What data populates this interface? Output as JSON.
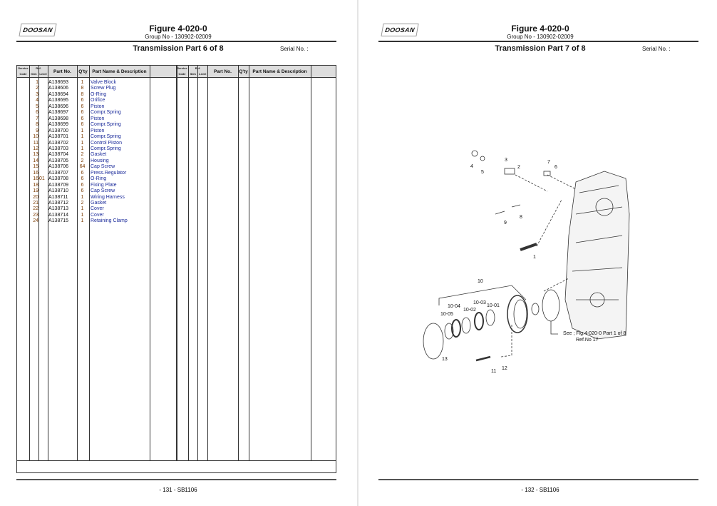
{
  "left_page": {
    "logo": "DOOSAN",
    "figure": "Figure 4-020-0",
    "group": "Group No - 130902-02009",
    "title": "Transmission  Part 6 of 8",
    "serial_label": "Serial No. :",
    "headers": {
      "service": "Service",
      "code": "Code",
      "ref": "Ref.",
      "item": "Item",
      "level": "Level",
      "part_no": "Part No.",
      "qty": "Q'ty",
      "desc": "Part Name & Description"
    },
    "rows": [
      {
        "item": "1",
        "level": "",
        "part": "A138693",
        "qty": "1",
        "desc": "Valve Block"
      },
      {
        "item": "2",
        "level": "",
        "part": "A138606",
        "qty": "8",
        "desc": "Screw Plug"
      },
      {
        "item": "3",
        "level": "",
        "part": "A138694",
        "qty": "8",
        "desc": "O-Ring"
      },
      {
        "item": "4",
        "level": "",
        "part": "A138695",
        "qty": "6",
        "desc": "Orifice"
      },
      {
        "item": "5",
        "level": "",
        "part": "A138696",
        "qty": "6",
        "desc": "Piston"
      },
      {
        "item": "6",
        "level": "",
        "part": "A138697",
        "qty": "6",
        "desc": "Compr.Spring"
      },
      {
        "item": "7",
        "level": "",
        "part": "A138698",
        "qty": "6",
        "desc": "Piston"
      },
      {
        "item": "8",
        "level": "",
        "part": "A138699",
        "qty": "6",
        "desc": "Compr.Spring"
      },
      {
        "item": "9",
        "level": "",
        "part": "A138700",
        "qty": "1",
        "desc": "Piston"
      },
      {
        "item": "10",
        "level": "",
        "part": "A138701",
        "qty": "1",
        "desc": "Compr.Spring"
      },
      {
        "item": "11",
        "level": "",
        "part": "A138702",
        "qty": "1",
        "desc": "Control Piston"
      },
      {
        "item": "12",
        "level": "",
        "part": "A138703",
        "qty": "1",
        "desc": "Compr.Spring"
      },
      {
        "item": "13",
        "level": "",
        "part": "A138704",
        "qty": "2",
        "desc": "Gasket"
      },
      {
        "item": "14",
        "level": "",
        "part": "A138705",
        "qty": "2",
        "desc": "Housing"
      },
      {
        "item": "15",
        "level": "",
        "part": "A138706",
        "qty": "64",
        "desc": "Cap Screw"
      },
      {
        "item": "16",
        "level": "",
        "part": "A138707",
        "qty": "6",
        "desc": "Press.Regulator"
      },
      {
        "item": "16",
        "level": "01",
        "part": "A138708",
        "qty": "6",
        "desc": "O-Ring"
      },
      {
        "item": "18",
        "level": "",
        "part": "A138709",
        "qty": "6",
        "desc": "Fixing Plate"
      },
      {
        "item": "19",
        "level": "",
        "part": "A138710",
        "qty": "6",
        "desc": "Cap Screw"
      },
      {
        "item": "20",
        "level": "",
        "part": "A138711",
        "qty": "1",
        "desc": "Wiring Harness"
      },
      {
        "item": "21",
        "level": "",
        "part": "A138712",
        "qty": "2",
        "desc": "Gasket"
      },
      {
        "item": "22",
        "level": "",
        "part": "A138713",
        "qty": "1",
        "desc": "Cover"
      },
      {
        "item": "23",
        "level": "",
        "part": "A138714",
        "qty": "1",
        "desc": "Cover"
      },
      {
        "item": "24",
        "level": "",
        "part": "A138715",
        "qty": "1",
        "desc": "Retaining Clamp"
      }
    ],
    "page_footer": "- 131 -  SB1106"
  },
  "right_page": {
    "logo": "DOOSAN",
    "figure": "Figure 4-020-0",
    "group": "Group No - 130902-02009",
    "title": "Transmission  Part 7 of 8",
    "serial_label": "Serial No. :",
    "callouts": [
      "1",
      "2",
      "3",
      "4",
      "5",
      "6",
      "7",
      "8",
      "9",
      "10",
      "10-01",
      "10-02",
      "10-03",
      "10-04",
      "10-05",
      "11",
      "12",
      "13"
    ],
    "see_note": "See ; Fig.4-020-0  Part 1 of 8",
    "see_ref": "Ref.No 17",
    "page_footer": "- 132 -  SB1106"
  }
}
